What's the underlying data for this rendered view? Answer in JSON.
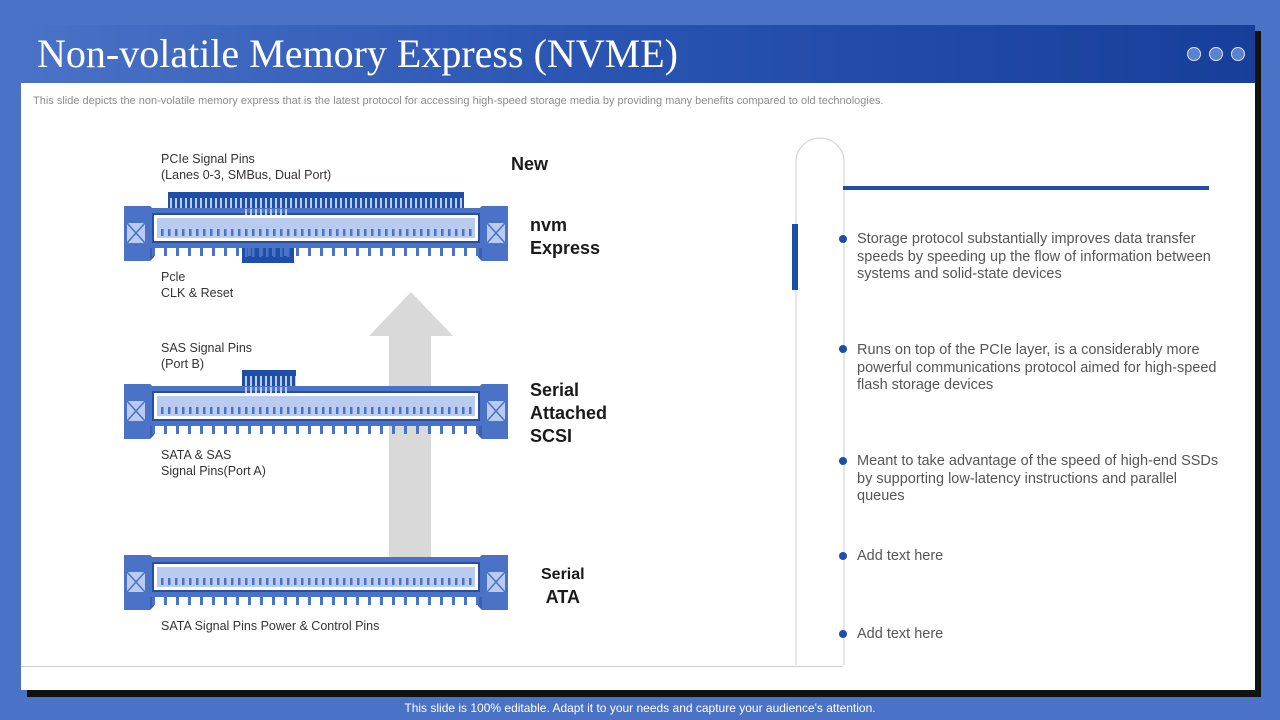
{
  "header": {
    "title": "Non-volatile Memory Express (NVME)",
    "subtitle": "This slide depicts the non-volatile memory express that is the latest protocol for accessing high-speed storage media by providing many benefits compared to old technologies."
  },
  "diagram": {
    "new_label": "New",
    "connectors": [
      {
        "top_label_line1": "PCIe Signal Pins",
        "top_label_line2": "(Lanes 0-3, SMBus, Dual Port)",
        "bottom_label_line1": "Pcle",
        "bottom_label_line2": "CLK & Reset",
        "protocol_line1": "nvm",
        "protocol_line2": "Express"
      },
      {
        "top_label_line1": "SAS Signal Pins",
        "top_label_line2": "(Port B)",
        "bottom_label_line1": "SATA & SAS",
        "bottom_label_line2": "Signal Pins(Port A)",
        "protocol_line1": "Serial",
        "protocol_line2": "Attached",
        "protocol_line3": "SCSI"
      },
      {
        "bottom_label": "SATA Signal Pins Power & Control Pins",
        "protocol_line1": "Serial",
        "protocol_line2": "ATA"
      }
    ]
  },
  "bullets": [
    "Storage protocol substantially improves data transfer speeds by speeding up the flow of information between systems and solid-state devices",
    "Runs on top of the PCIe layer, is a considerably more powerful communications protocol aimed for high-speed flash storage devices",
    "Meant to take advantage of the speed of high-end SSDs by supporting low-latency instructions and parallel queues",
    "Add text here",
    "Add text here"
  ],
  "footer": "This slide is 100% editable. Adapt it to your needs and capture your audience's attention.",
  "colors": {
    "background": "#4a73c8",
    "title_bar": "#1f4ca8",
    "connector": "#4a72c6",
    "connector_inner": "#b9cbef",
    "accent": "#1e4fa8",
    "arrow": "#d9d9d9"
  }
}
